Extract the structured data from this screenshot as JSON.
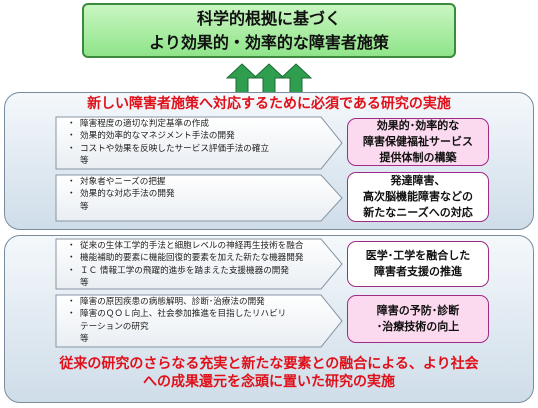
{
  "goal": {
    "line1": "科学的根拠に基づく",
    "line2": "より効果的・効率的な障害者施策"
  },
  "top_section": {
    "title": "新しい障害者施策へ対応するために必須である研究の実施",
    "groups": [
      {
        "items": [
          "障害程度の適切な判定基準の作成",
          "効果的効率的なマネジメント手法の開発",
          "コストや効果を反映したサービス評価手法の確立"
        ],
        "etc": "等",
        "result": [
          "効果的･効率的な",
          "障害保健福祉サービス",
          "提供体制の構築"
        ]
      },
      {
        "items": [
          "対象者やニーズの把握",
          "効果的な対応手法の開発"
        ],
        "etc": "等",
        "result": [
          "発達障害、",
          "高次脳機能障害などの",
          "新たなニーズへの対応"
        ]
      }
    ]
  },
  "bottom_section": {
    "title_line1": "従来の研究のさらなる充実と新たな要素との融合による、より社会",
    "title_line2": "への成果還元を念頭に置いた研究の実施",
    "groups": [
      {
        "items": [
          "従来の生体工学的手法と細胞レベルの神経再生技術を融合",
          "機能補助的要素に機能回復的要素を加えた新たな機器開発",
          "ＩＣ 情報工学の飛躍的進歩を踏まえた支援機器の開発"
        ],
        "etc": "等",
        "result": [
          "医学･工学を融合した",
          "障害者支援の推進"
        ]
      },
      {
        "items": [
          "障害の原因疾患の病態解明、診断･治療法の開発",
          "障害のＱＯＬ向上、社会参加推進を目指したリハビリ"
        ],
        "continuation": "テーションの研究",
        "etc": "等",
        "result": [
          "障害の予防･診断",
          "･治療技術の向上"
        ]
      }
    ]
  },
  "colors": {
    "goal_fill": "#8fe48a",
    "arrow": "#2f9e4f",
    "title_red": "#e0101a",
    "result_border": "#a02b86",
    "result_fill": "#fbd9ee"
  }
}
